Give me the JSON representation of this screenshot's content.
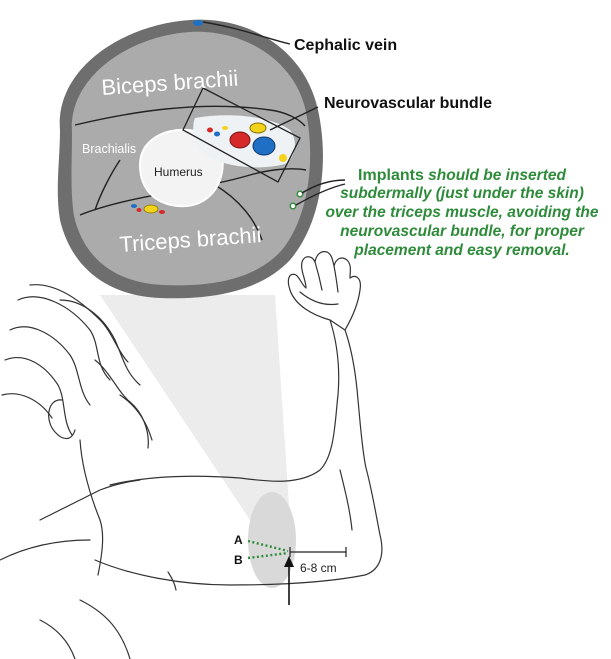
{
  "labels": {
    "cephalic_vein": "Cephalic vein",
    "neurovascular_bundle": "Neurovascular bundle",
    "biceps": "Biceps brachii",
    "brachialis": "Brachialis",
    "humerus": "Humerus",
    "triceps": "Triceps brachii"
  },
  "note": {
    "strong": "Implants",
    "line1_rest": " should be inserted",
    "line2": "subdermally (just under the skin)",
    "line3": "over the triceps muscle, avoiding the",
    "line4": "neurovascular bundle, for proper",
    "line5": "placement and easy removal."
  },
  "arm": {
    "marker_a": "A",
    "marker_b": "B",
    "distance": "6-8 cm"
  },
  "colors": {
    "muscle_fill": "#a9a9a9",
    "cross_section_border": "#6e6e6e",
    "bone_fill": "#f2f2f2",
    "artery": "#d62a2a",
    "vein": "#1f6fc4",
    "nerve": "#f2d21b",
    "implant_green": "#2e8b3a",
    "projection_cone": "#e6e6e6"
  }
}
